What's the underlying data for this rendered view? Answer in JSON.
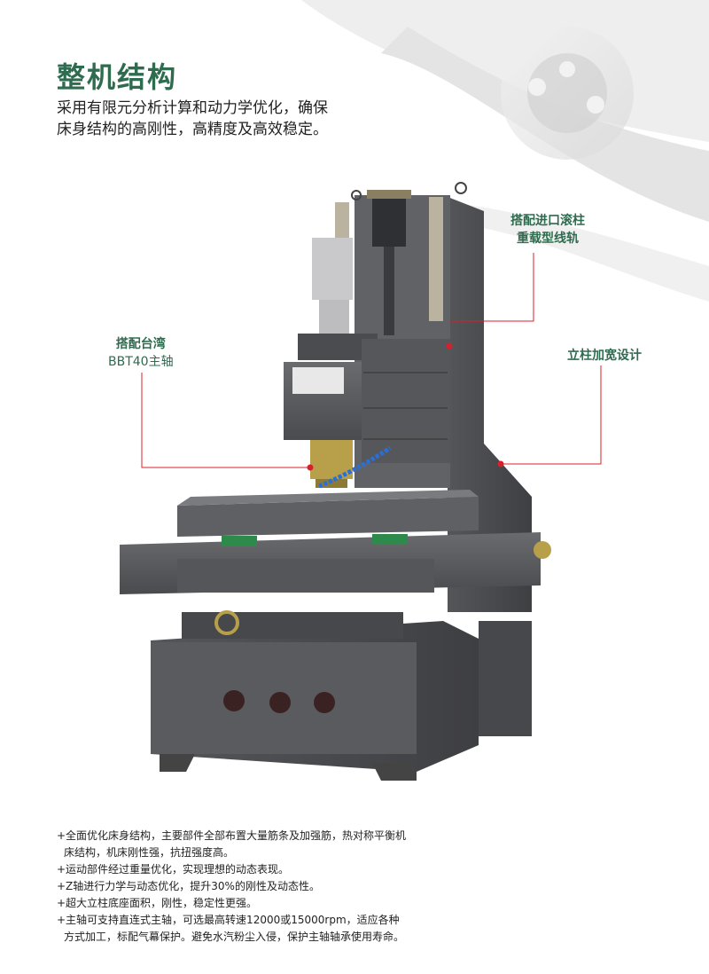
{
  "header": {
    "title": "整机结构",
    "subtitle_lines": [
      "采用有限元分析计算和动力学优化，确保",
      "床身结构的高刚性，高精度及高效稳定。"
    ]
  },
  "callouts": {
    "linear_rails": {
      "line1": "搭配进口滚柱",
      "line2": "重载型线轨"
    },
    "column": {
      "line1": "立柱加宽设计"
    },
    "spindle": {
      "line1": "搭配台湾",
      "line2": "BBT40主轴"
    }
  },
  "features": [
    {
      "line1": "+全面优化床身结构，主要部件全部布置大量筋条及加强筋，热对称平衡机",
      "line2": "床结构，机床刚性强，抗扭强度高。"
    },
    {
      "line1": "+运动部件经过重量优化，实现理想的动态表现。"
    },
    {
      "line1": "+Z轴进行力学与动态优化，提升30%的刚性及动态性。"
    },
    {
      "line1": "+超大立柱底座面积，刚性，稳定性更强。"
    },
    {
      "line1": "+主轴可支持直连式主轴，可选最高转速12000或15000rpm，适应各种",
      "line2": "方式加工，标配气幕保护。避免水汽粉尘入侵，保护主轴轴承使用寿命。"
    }
  ],
  "colors": {
    "accent_green": "#2f6b4f",
    "callout_red": "#d8202a",
    "machine_gray": "#5a5b5e"
  }
}
